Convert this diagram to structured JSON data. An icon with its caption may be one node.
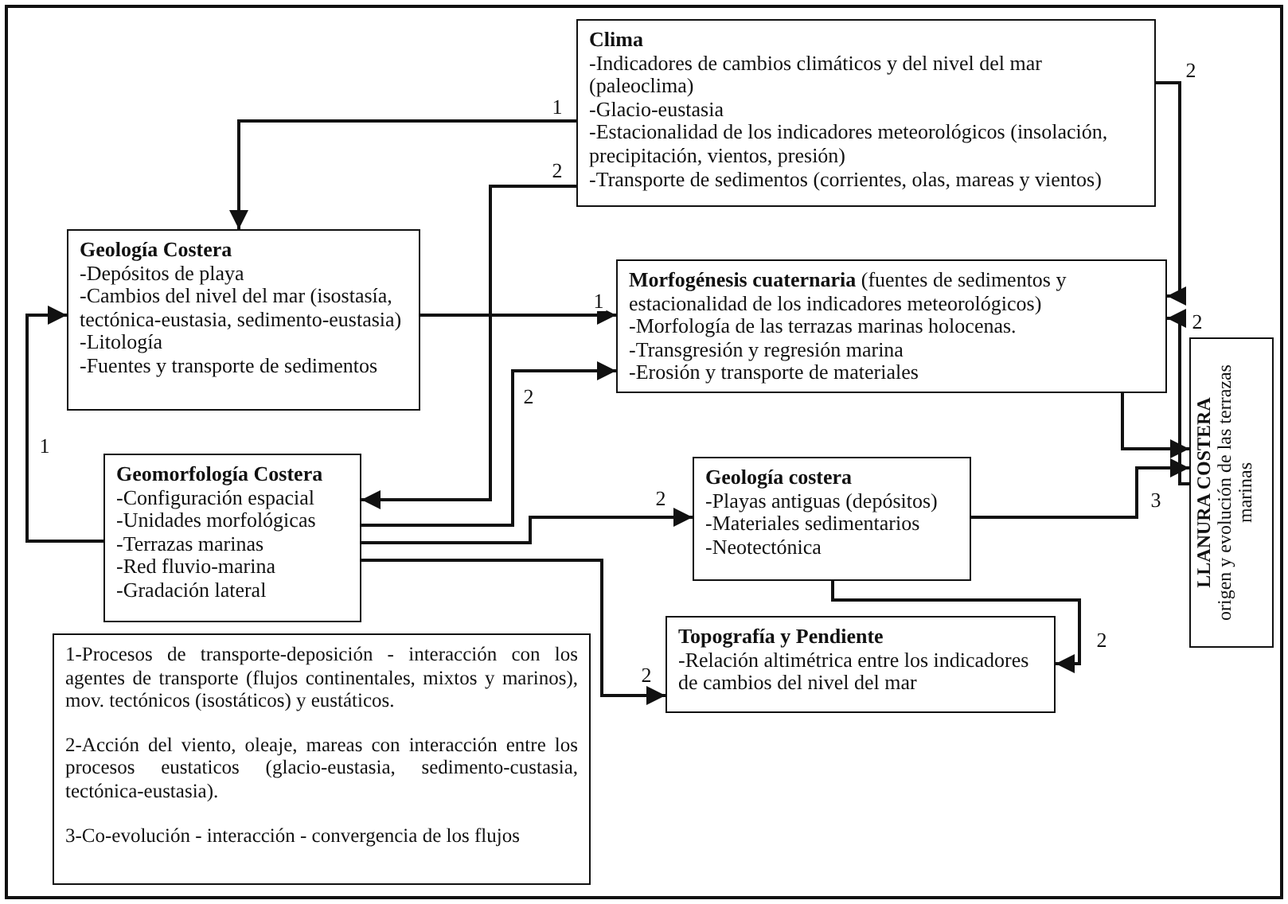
{
  "diagram": {
    "nodes": [
      {
        "text": [
          "Clima",
          "-Indicadores de cambios climáticos y del nivel del mar (paleoclima)",
          "-Glacio-eustasia",
          "-Estacionalidad de los indicadores meteorológicos (insolación, precipitación, vientos, presión)",
          "-Transporte de sedimentos (corrientes, olas, mareas y vientos)"
        ]
      },
      {
        "text": [
          "Geología Costera",
          "-Depósitos de playa",
          "-Cambios del nivel del mar (isostasía, tectónica-eustasia, sedimento-eustasia)",
          "-Litología",
          "-Fuentes y transporte de sedimentos"
        ]
      },
      {
        "text": [
          "**Morfogénesis cuaternaria** (fuentes de sedimentos y estacionalidad de los indicadores meteorológicos)",
          "-Morfología de las terrazas marinas holocenas.",
          "-Transgresión y regresión marina",
          "-Erosión y transporte de materiales"
        ]
      },
      {
        "text": [
          "Geomorfología Costera",
          "-Configuración espacial",
          "-Unidades morfológicas",
          "-Terrazas marinas",
          "-Red fluvio-marina",
          "-Gradación lateral"
        ]
      },
      {
        "text": [
          "Geología costera",
          "-Playas antiguas (depósitos)",
          "-Materiales sedimentarios",
          "-Neotectónica"
        ]
      },
      {
        "text": [
          "Topografía y Pendiente",
          "-Relación altimétrica entre los indicadores de cambios del nivel del mar"
        ]
      },
      {
        "text": [
          "LLANURA COSTERA",
          "origen y evolución de las terrazas marinas"
        ]
      },
      {
        "text": [
          "1-Procesos de transporte-deposición - interacción con los agentes de transporte (flujos continentales, mixtos y marinos), mov. tectónicos (isostáticos) y eustáticos.",
          "2-Acción del viento, oleaje, mareas con interacción entre los procesos eustaticos (glacio-eustasia, sedimento-custasia, tectónica-eustasia).",
          "3-Co-evolución - interacción - convergencia de los flujos"
        ]
      }
    ],
    "edges": [
      {
        "from": 0,
        "to": 1,
        "arrow": "to",
        "label": "1"
      },
      {
        "from": 0,
        "to": 3,
        "arrow": "to",
        "label": "2"
      },
      {
        "from": 0,
        "to": 2,
        "arrow": "to",
        "label": "2"
      },
      {
        "from": 1,
        "to": 2,
        "arrow": "to",
        "label": "1"
      },
      {
        "from": 3,
        "to": 1,
        "arrow": "to",
        "label": "1"
      },
      {
        "from": 3,
        "to": 2,
        "arrow": "to",
        "label": "2"
      },
      {
        "from": 3,
        "to": 4,
        "arrow": "to",
        "label": "2"
      },
      {
        "from": 3,
        "to": 5,
        "arrow": "to",
        "label": "2"
      },
      {
        "from": 4,
        "to": 5,
        "arrow": "to",
        "label": "2"
      },
      {
        "from": 2,
        "to": 6,
        "arrow": "to"
      },
      {
        "from": 4,
        "to": 6,
        "arrow": "to",
        "label": "3"
      },
      {
        "from": 6,
        "to": 2,
        "arrow": "to",
        "label": "2"
      }
    ]
  }
}
